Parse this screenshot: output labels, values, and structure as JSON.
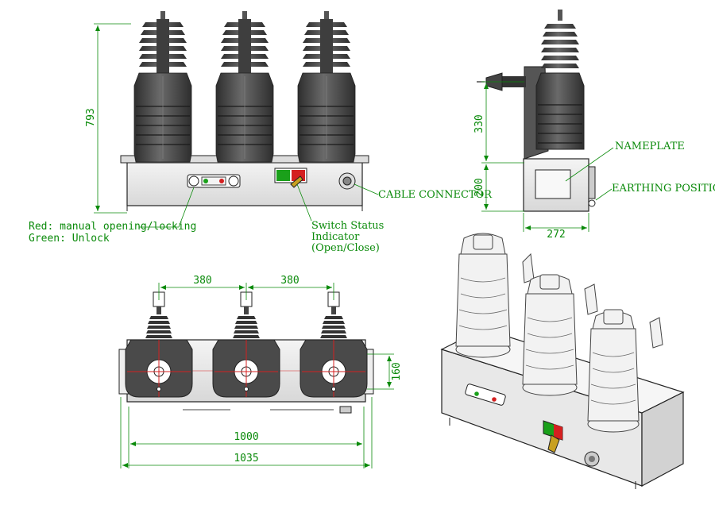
{
  "front_view": {
    "height_dim": "793",
    "callout_lock": [
      "Red: manual opening/locking",
      "Green: Unlock"
    ],
    "callout_status": [
      "Switch Status",
      "Indicator",
      "(Open/Close)"
    ],
    "callout_cable": "CABLE CONNECTOR"
  },
  "side_view": {
    "dim_upper": "330",
    "dim_lower": "200",
    "dim_width": "272",
    "callout_nameplate": "NAMEPLATE",
    "callout_earthing": "EARTHING POSITION"
  },
  "top_view": {
    "dim_spacing_1": "380",
    "dim_spacing_2": "380",
    "dim_depth": "160",
    "dim_inner": "1000",
    "dim_outer": "1035"
  },
  "colors": {
    "annotation": "#0a8a0a",
    "insulator": "#4a4a4a",
    "linework": "#222222",
    "indicator_green": "#1aa01a",
    "indicator_red": "#d42020"
  }
}
